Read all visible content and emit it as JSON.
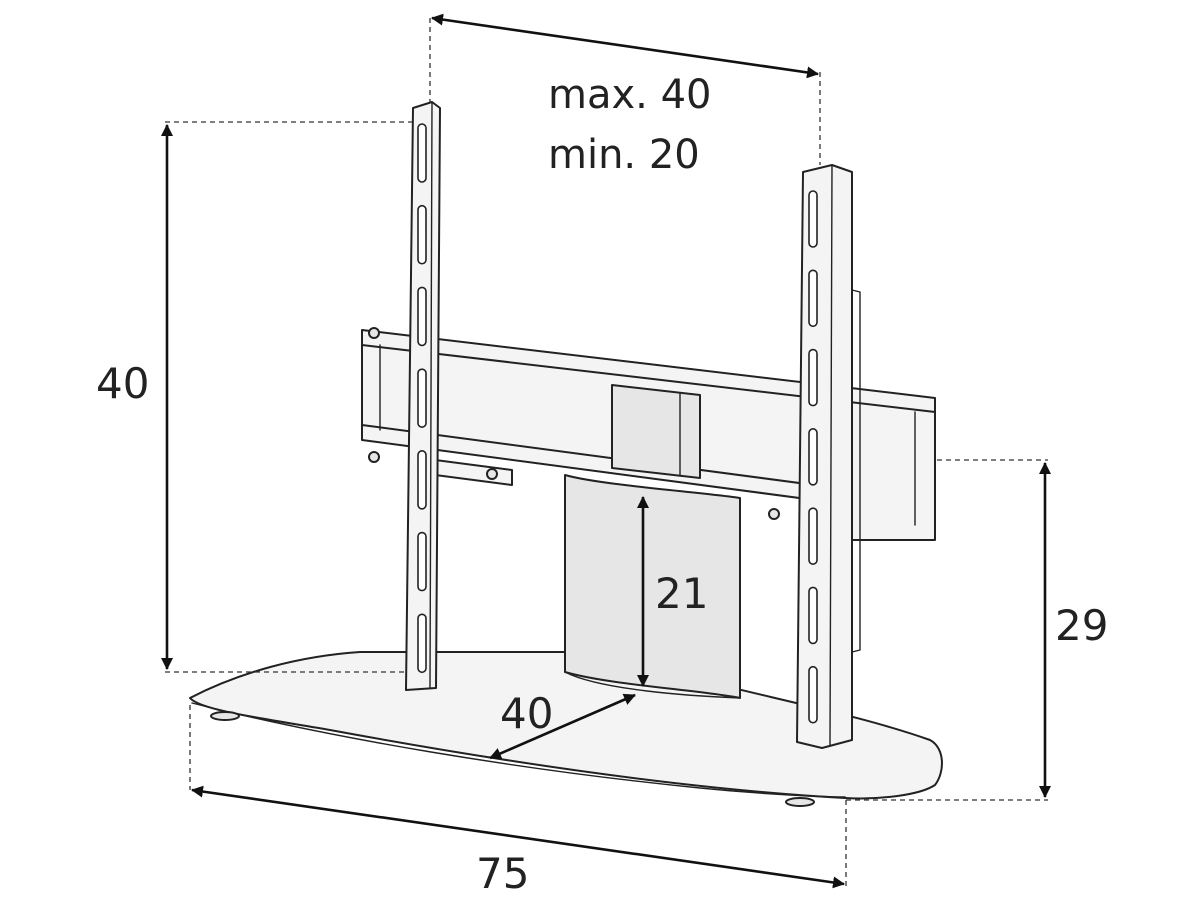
{
  "diagram": {
    "units_shown": "none",
    "dimensions": {
      "top_width": {
        "line1": "max. 40",
        "line2": "min. 20"
      },
      "left_height": "40",
      "column_height": "21",
      "depth": "40",
      "right_height": "29",
      "base_width": "75"
    },
    "colors": {
      "line": "#222222",
      "base_fill": "#f4f4f4",
      "column_fill": "#e6e6e6"
    }
  }
}
